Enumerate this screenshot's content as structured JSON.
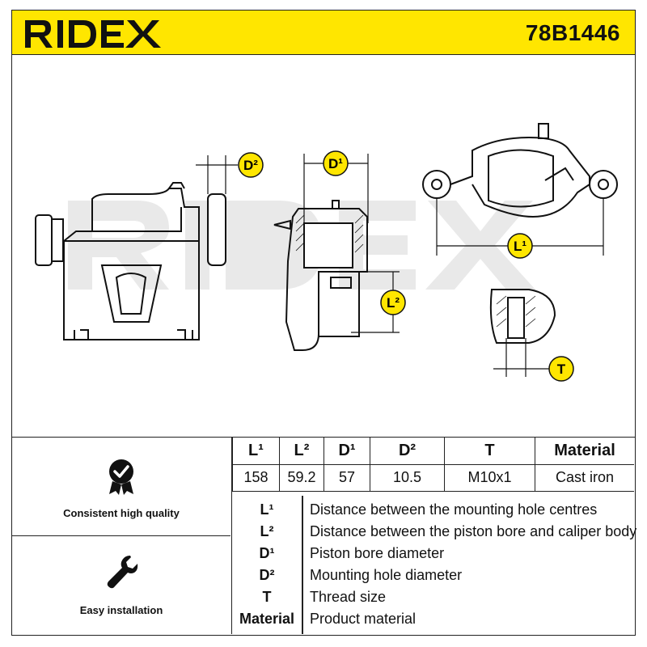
{
  "header": {
    "brand": "RIDEX",
    "part_number": "78B1446"
  },
  "drawing": {
    "badges": {
      "d2": "D²",
      "d1": "D¹",
      "l1": "L¹",
      "l2": "L²",
      "t": "T"
    }
  },
  "features": {
    "quality": {
      "label": "Consistent high quality",
      "icon": "checkmark-seal-icon"
    },
    "installation": {
      "label": "Easy installation",
      "icon": "wrench-icon"
    }
  },
  "specs": {
    "headers": [
      "L¹",
      "L²",
      "D¹",
      "D²",
      "T",
      "Material"
    ],
    "values": [
      "158",
      "59.2",
      "57",
      "10.5",
      "M10x1",
      "Cast iron"
    ]
  },
  "legend": [
    {
      "code": "L¹",
      "desc": "Distance between the mounting hole centres"
    },
    {
      "code": "L²",
      "desc": "Distance between the piston bore and caliper body"
    },
    {
      "code": "D¹",
      "desc": "Piston bore diameter"
    },
    {
      "code": "D²",
      "desc": "Mounting hole diameter"
    },
    {
      "code": "T",
      "desc": "Thread size"
    },
    {
      "code": "Material",
      "desc": "Product material"
    }
  ],
  "colors": {
    "brand_yellow": "#ffe600",
    "ink": "#111111",
    "watermark": "#e6e6e6"
  }
}
